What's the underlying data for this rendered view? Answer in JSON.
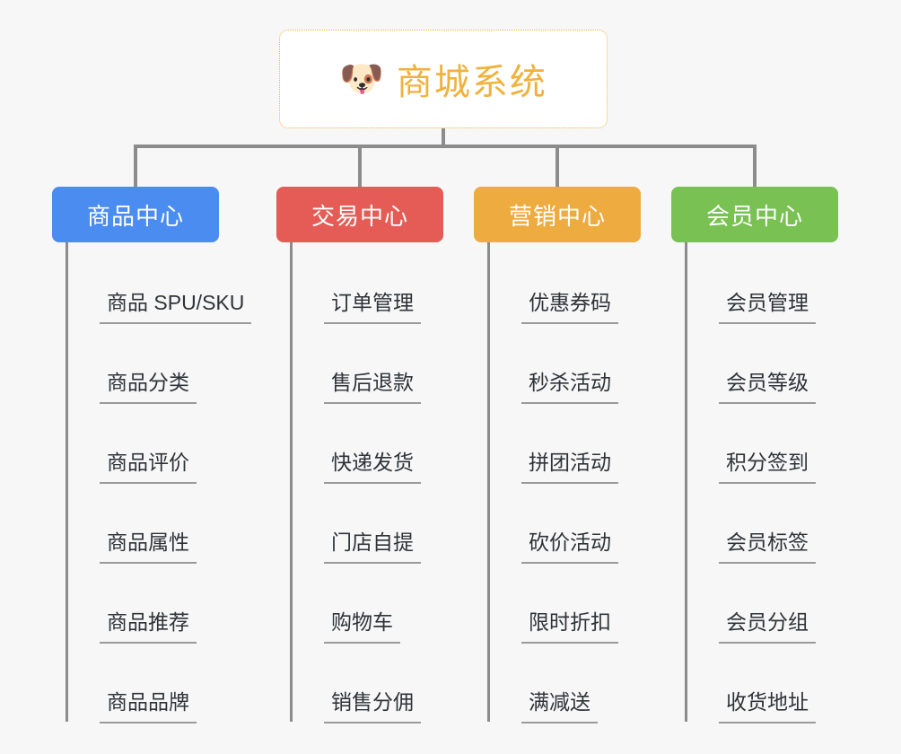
{
  "canvas": {
    "background": "#f7f7f7",
    "connector_color": "#8c8c8c",
    "leaf_text_color": "#2f3338",
    "leaf_underline_color": "#9a9a9a"
  },
  "root": {
    "icon": "shiba-dog-face-emoji",
    "icon_glyph": "🐶",
    "title": "商城系统",
    "text_color": "#f0b23c",
    "border_color": "#f0b23c",
    "background": "#ffffff"
  },
  "categories": [
    {
      "id": "product-center",
      "label": "商品中心",
      "color": "#4a8cf0",
      "items": [
        "商品 SPU/SKU",
        "商品分类",
        "商品评价",
        "商品属性",
        "商品推荐",
        "商品品牌"
      ]
    },
    {
      "id": "trade-center",
      "label": "交易中心",
      "color": "#e45c55",
      "items": [
        "订单管理",
        "售后退款",
        "快递发货",
        "门店自提",
        "购物车",
        "销售分佣"
      ]
    },
    {
      "id": "marketing-center",
      "label": "营销中心",
      "color": "#eeab3f",
      "items": [
        "优惠券码",
        "秒杀活动",
        "拼团活动",
        "砍价活动",
        "限时折扣",
        "满减送"
      ]
    },
    {
      "id": "member-center",
      "label": "会员中心",
      "color": "#78c152",
      "items": [
        "会员管理",
        "会员等级",
        "积分签到",
        "会员标签",
        "会员分组",
        "收货地址"
      ]
    }
  ]
}
